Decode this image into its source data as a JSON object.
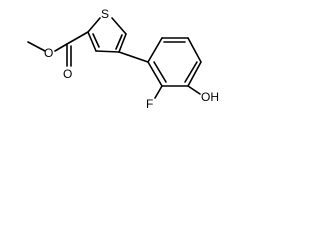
{
  "molecule": {
    "atoms": {
      "sulfur": "S",
      "carbonyl_oxygen": "O",
      "ester_oxygen": "O",
      "fluorine": "F",
      "hydroxyl": "OH"
    }
  }
}
